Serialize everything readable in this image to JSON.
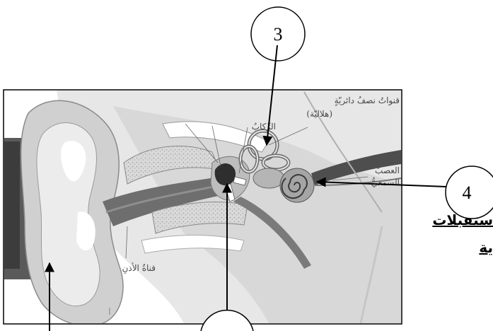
{
  "labels": {
    "canals": "قنواتُ نصفُ دائريّةٍ",
    "canals_sub": "(هلاليّة)",
    "stapes": "الرِّكابُ",
    "nerve_1": "العصبُ",
    "nerve_2": "السمعيُّ",
    "ear_canal": "قناةُ الأذنِ"
  },
  "callouts": {
    "c3": "3",
    "c4": "4"
  },
  "side_text": {
    "line1": "ستقبلات",
    "line2": "ية"
  }
}
